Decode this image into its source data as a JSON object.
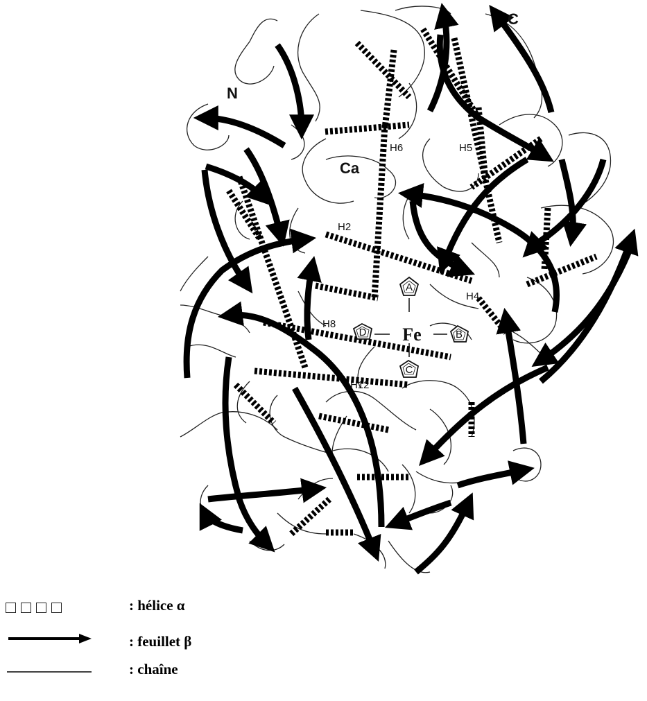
{
  "diagram": {
    "labels": {
      "n_terminus": "N",
      "c_terminus": "C",
      "calcium": "Ca",
      "iron": "Fe",
      "helices": [
        "H2",
        "H4",
        "H5",
        "H6",
        "H8",
        "H12"
      ],
      "rings": [
        "A",
        "B",
        "C",
        "D"
      ]
    }
  },
  "legend": {
    "helix_label": ": hélice α",
    "sheet_label": ": feuillet β",
    "chain_label": ": chaîne"
  }
}
